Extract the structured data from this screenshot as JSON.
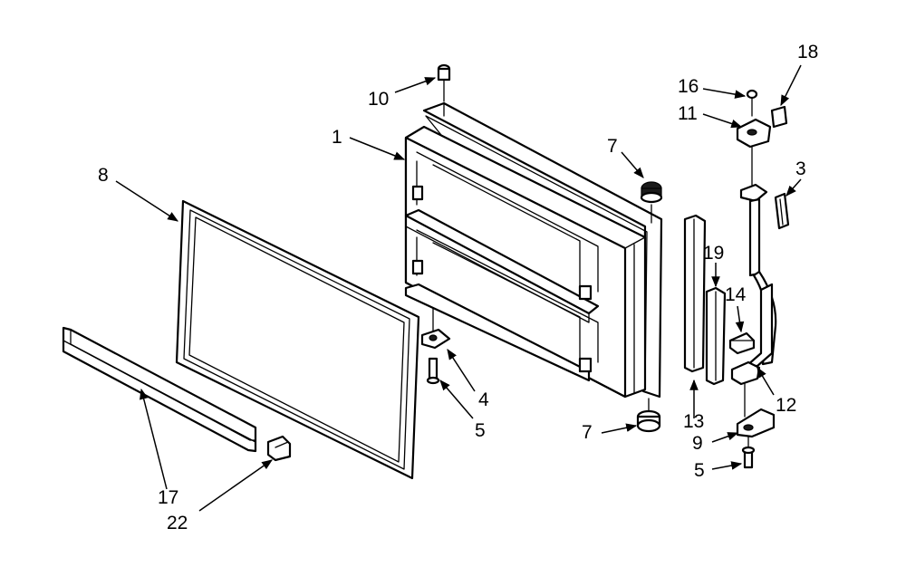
{
  "diagram": {
    "colors": {
      "ink": "#000000",
      "paper": "#ffffff"
    },
    "callouts": [
      {
        "key": "c1",
        "label": "1"
      },
      {
        "key": "c3",
        "label": "3"
      },
      {
        "key": "c4",
        "label": "4"
      },
      {
        "key": "c5a",
        "label": "5"
      },
      {
        "key": "c5b",
        "label": "5"
      },
      {
        "key": "c7a",
        "label": "7"
      },
      {
        "key": "c7b",
        "label": "7"
      },
      {
        "key": "c8",
        "label": "8"
      },
      {
        "key": "c9",
        "label": "9"
      },
      {
        "key": "c10",
        "label": "10"
      },
      {
        "key": "c11",
        "label": "11"
      },
      {
        "key": "c12",
        "label": "12"
      },
      {
        "key": "c13",
        "label": "13"
      },
      {
        "key": "c14",
        "label": "14"
      },
      {
        "key": "c16",
        "label": "16"
      },
      {
        "key": "c17",
        "label": "17"
      },
      {
        "key": "c18",
        "label": "18"
      },
      {
        "key": "c19",
        "label": "19"
      },
      {
        "key": "c22",
        "label": "22"
      }
    ]
  }
}
